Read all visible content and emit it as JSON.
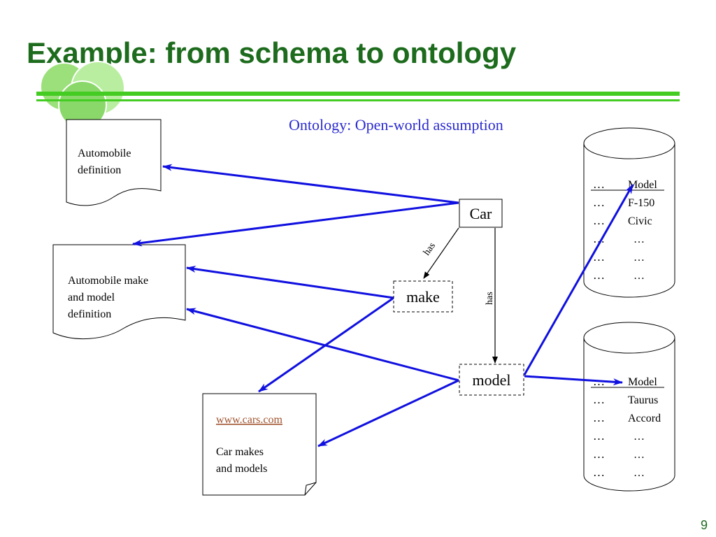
{
  "slide": {
    "title": "Example: from schema to ontology",
    "subtitle": "Ontology: Open-world assumption",
    "page_number": "9"
  },
  "docs": {
    "automobile_def": [
      "Automobile",
      "definition"
    ],
    "make_model_def": [
      "Automobile make",
      "and model",
      "definition"
    ],
    "cars_site": {
      "link": "www.cars.com",
      "lines": [
        "Car makes",
        "and models"
      ]
    }
  },
  "nodes": {
    "car": "Car",
    "make": "make",
    "model": "model"
  },
  "edges": {
    "has_make": "has",
    "has_model": "has"
  },
  "db1": {
    "header": "Model",
    "rows": [
      {
        "dots": "…",
        "value": "Model"
      },
      {
        "dots": "…",
        "value": "F-150"
      },
      {
        "dots": "…",
        "value": "Civic"
      },
      {
        "dots": "…",
        "value": "…"
      },
      {
        "dots": "…",
        "value": "…"
      },
      {
        "dots": "…",
        "value": "…"
      }
    ]
  },
  "db2": {
    "rows": [
      {
        "dots": "…",
        "value": "Model"
      },
      {
        "dots": "…",
        "value": "Taurus"
      },
      {
        "dots": "…",
        "value": "Accord"
      },
      {
        "dots": "…",
        "value": "…"
      },
      {
        "dots": "…",
        "value": "…"
      },
      {
        "dots": "…",
        "value": "…"
      }
    ]
  },
  "colors": {
    "title_green": "#1d6b1d",
    "bar_green": "#44cc22",
    "arrow_blue": "#1010e0",
    "subtitle_blue": "#2a2ad0",
    "link_brown": "#a0522d"
  }
}
